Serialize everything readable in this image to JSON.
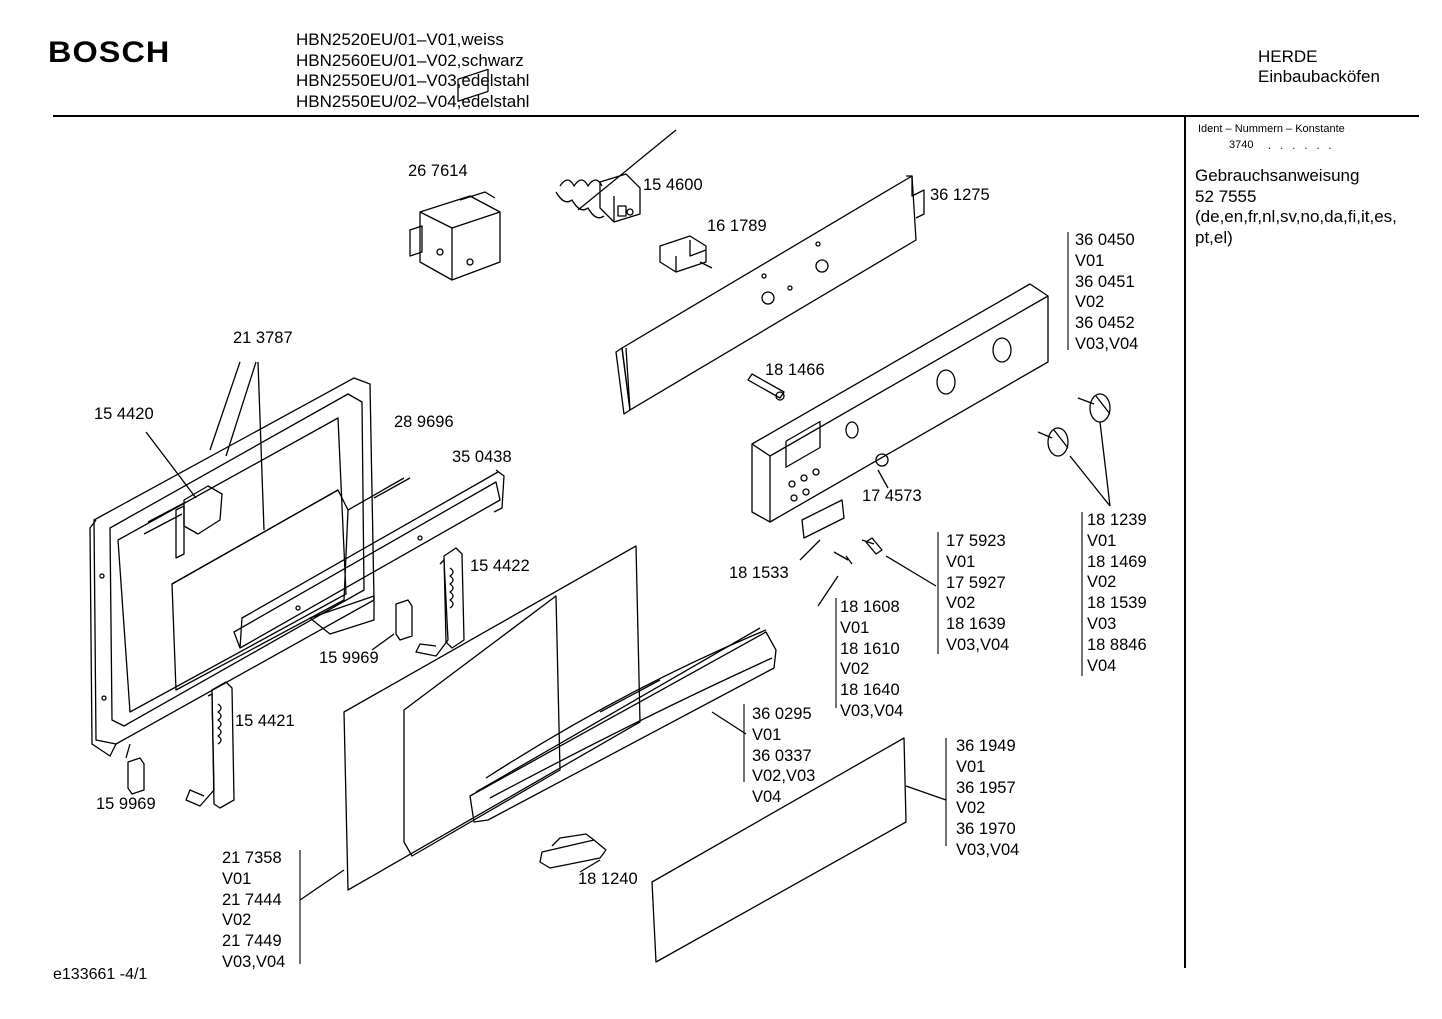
{
  "header": {
    "brand": "BOSCH",
    "models": [
      "HBN2520EU/01–V01,weiss",
      "HBN2560EU/01–V02,schwarz",
      "HBN2550EU/01–V03,edelstahl",
      "HBN2550EU/02–V04,edelstahl"
    ],
    "category": "HERDE",
    "subcategory": "Einbaubacköfen"
  },
  "sidebar": {
    "ident_title": "Ident – Nummern – Konstante",
    "ident_code": "3740",
    "ident_dots": ". . . . . .",
    "manual_lines": [
      "Gebrauchsanweisung",
      "52 7555",
      "(de,en,fr,nl,sv,no,da,fi,it,es,",
      "pt,el)"
    ]
  },
  "footer": {
    "code": "e133661  -4/1"
  },
  "labels": {
    "p267614": "26 7614",
    "p154600": "15 4600",
    "p361275": "36 1275",
    "p161789": "16 1789",
    "p213787": "21 3787",
    "p154420": "15 4420",
    "p289696": "28 9696",
    "p350438": "35 0438",
    "p181466": "18 1466",
    "p174573": "17 4573",
    "p181533": "18 1533",
    "p154422": "15 4422",
    "p159969a": "15 9969",
    "p154421": "15 4421",
    "p159969b": "15 9969",
    "p181240": "18 1240"
  },
  "groups": {
    "panel": [
      "36 0450",
      "V01",
      "36 0451",
      "V02",
      "36 0452",
      "V03,V04"
    ],
    "knob": [
      "18 1239",
      "V01",
      "18 1469",
      "V02",
      "18 1539",
      "V03",
      "18 8846",
      "V04"
    ],
    "screw": [
      "17 5923",
      "V01",
      "17 5927",
      "V02",
      "18 1639",
      "V03,V04"
    ],
    "pin": [
      "18 1608",
      "V01",
      "18 1610",
      "V02",
      "18 1640",
      "V03,V04"
    ],
    "handle": [
      "36 0295",
      "V01",
      "36 0337",
      "V02,V03",
      "V04"
    ],
    "strip": [
      "36 1949",
      "V01",
      "36 1957",
      "V02",
      "36 1970",
      "V03,V04"
    ],
    "door": [
      "21 7358",
      "V01",
      "21 7444",
      "V02",
      "21 7449",
      "V03,V04"
    ]
  }
}
